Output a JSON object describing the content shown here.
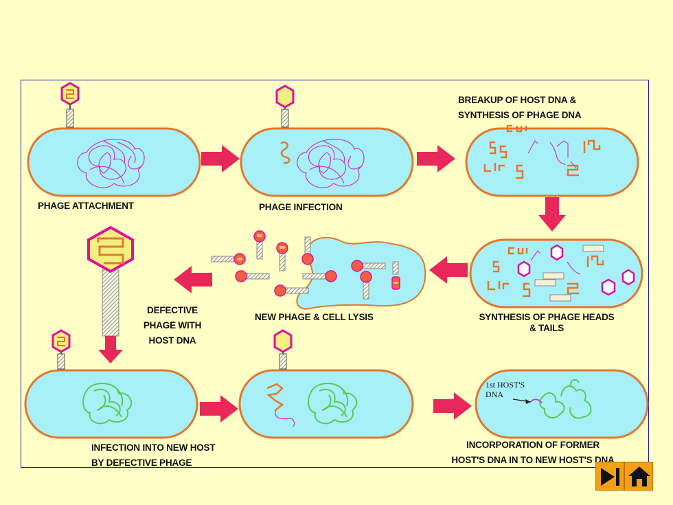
{
  "labels": {
    "phage_attachment": "PHAGE ATTACHMENT",
    "phage_infection": "PHAGE INFECTION",
    "breakup_line1": "BREAKUP OF HOST DNA &",
    "breakup_line2": "SYNTHESIS OF PHAGE DNA",
    "defective_line1": "DEFECTIVE",
    "defective_line2": "PHAGE WITH",
    "defective_line3": "HOST DNA",
    "new_phage_lysis": "NEW PHAGE & CELL LYSIS",
    "synthesis_heads_line1": "SYNTHESIS OF PHAGE HEADS",
    "synthesis_heads_line2": "& TAILS",
    "infection_new_host_line1": "INFECTION INTO NEW HOST",
    "infection_new_host_line2": "BY DEFECTIVE PHAGE",
    "incorporation_line1": "INCORPORATION OF FORMER",
    "incorporation_line2": "HOST'S DNA IN TO NEW HOST'S DNA",
    "first_host_line1": "1st HOST'S",
    "first_host_line2": "DNA"
  },
  "nav": {
    "next_icon": "play-next-icon",
    "home_icon": "home-icon"
  },
  "colors": {
    "background": "#FFFFC6",
    "cell_fill": "#A8F0F8",
    "cell_border": "#E07830",
    "arrow": "#E8285A",
    "host_dna": "#CC33CC",
    "phage_dna": "#E07830",
    "new_host_dna": "#55CC55",
    "nav_button": "#F4A015"
  }
}
